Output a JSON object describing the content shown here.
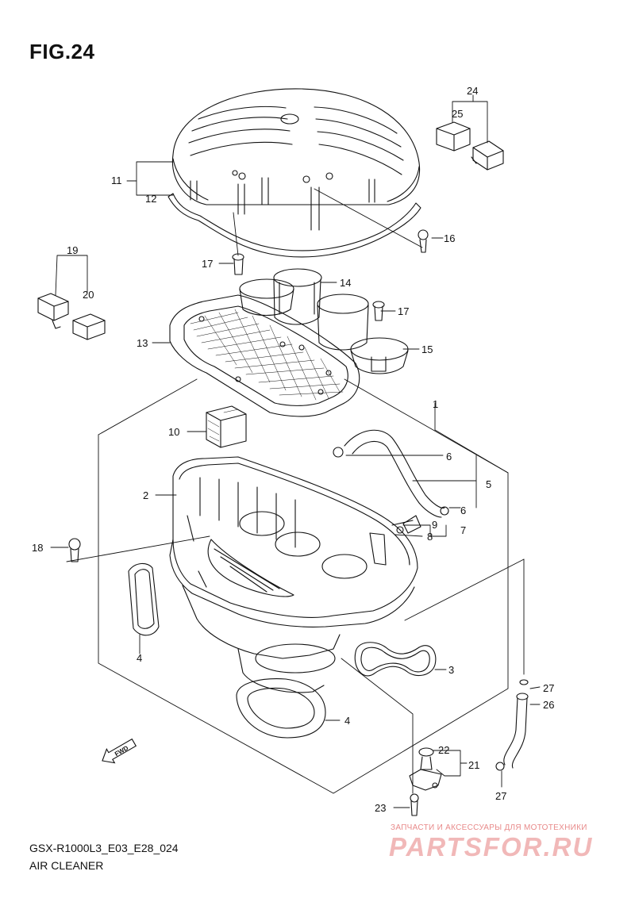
{
  "figure": {
    "title": "FIG.24",
    "model_code": "GSX-R1000L3_E03_E28_024",
    "name": "AIR CLEANER"
  },
  "callouts": {
    "c1": "1",
    "c2": "2",
    "c3": "3",
    "c4a": "4",
    "c4b": "4",
    "c5": "5",
    "c6a": "6",
    "c6b": "6",
    "c7": "7",
    "c8": "8",
    "c9": "9",
    "c10": "10",
    "c11": "11",
    "c12": "12",
    "c13": "13",
    "c14": "14",
    "c15": "15",
    "c16": "16",
    "c17a": "17",
    "c17b": "17",
    "c18": "18",
    "c19": "19",
    "c20": "20",
    "c21": "21",
    "c22": "22",
    "c23": "23",
    "c24": "24",
    "c25": "25",
    "c26": "26",
    "c27a": "27",
    "c27b": "27"
  },
  "fwd_label": "FWD",
  "watermark": {
    "tagline": "ЗАПЧАСТИ И АКСЕССУАРЫ ДЛЯ МОТОТЕХНИКИ",
    "logo": "PARTSFOR.RU"
  },
  "colors": {
    "ink": "#111111",
    "watermark": "#e88a8a"
  }
}
